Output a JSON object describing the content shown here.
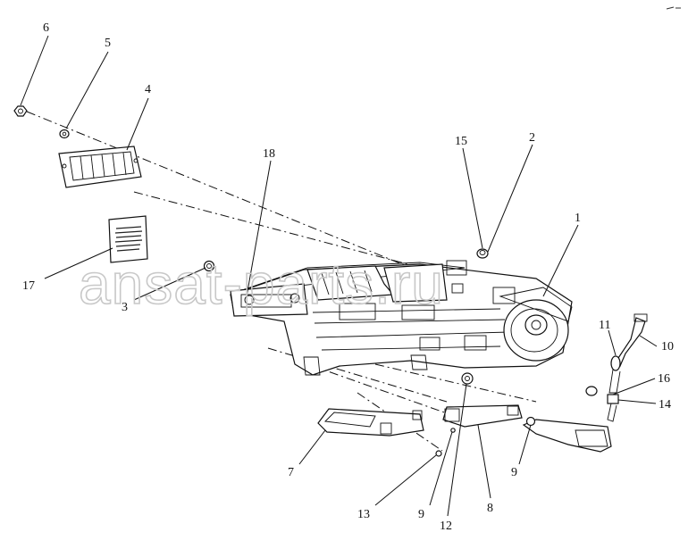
{
  "watermark": "ansat-parts.ru",
  "callouts": [
    {
      "id": "c6",
      "text": "6"
    },
    {
      "id": "c5",
      "text": "5"
    },
    {
      "id": "c4",
      "text": "4"
    },
    {
      "id": "c18",
      "text": "18"
    },
    {
      "id": "c15",
      "text": "15"
    },
    {
      "id": "c2",
      "text": "2"
    },
    {
      "id": "c1",
      "text": "1"
    },
    {
      "id": "c17",
      "text": "17"
    },
    {
      "id": "c3",
      "text": "3"
    },
    {
      "id": "c11",
      "text": "11"
    },
    {
      "id": "c10",
      "text": "10"
    },
    {
      "id": "c16",
      "text": "16"
    },
    {
      "id": "c14",
      "text": "14"
    },
    {
      "id": "c7",
      "text": "7"
    },
    {
      "id": "c9a",
      "text": "9"
    },
    {
      "id": "c8",
      "text": "8"
    },
    {
      "id": "c13",
      "text": "13"
    },
    {
      "id": "c9b",
      "text": "9"
    },
    {
      "id": "c12",
      "text": "12"
    }
  ]
}
